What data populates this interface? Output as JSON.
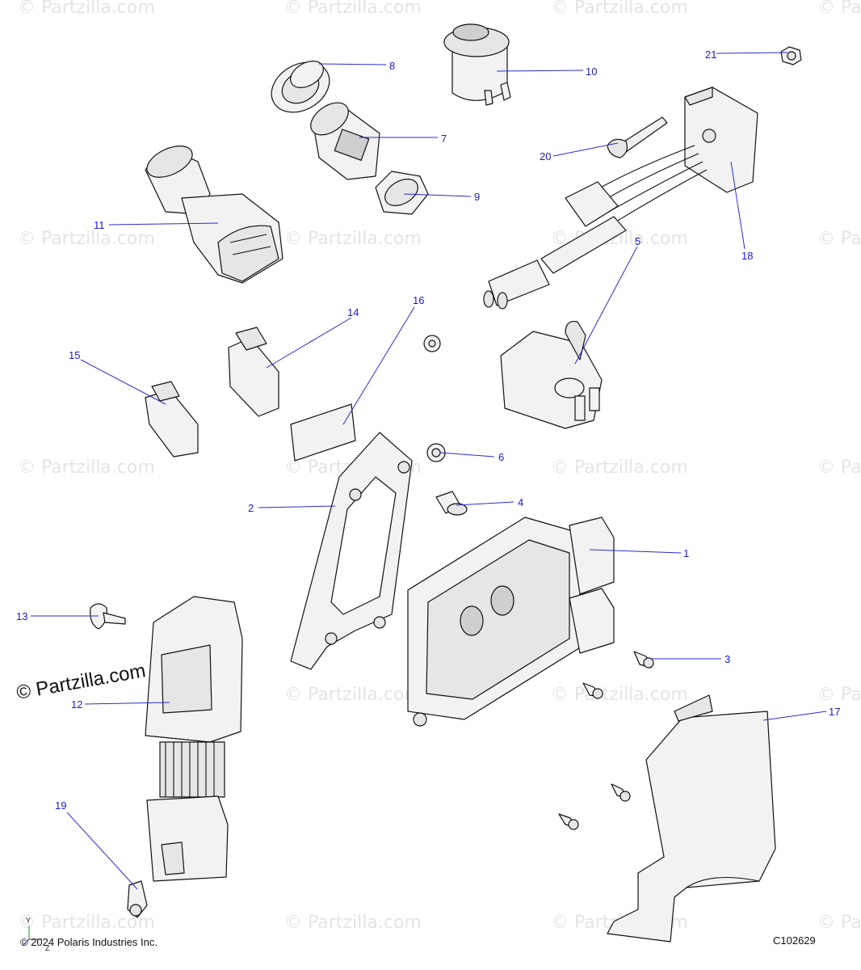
{
  "watermark_text": "© Partzilla.com",
  "brand_watermark": "© Partzilla.com",
  "copyright": "© 2024 Polaris Industries Inc.",
  "figure_code": "C102629",
  "axis_labels": {
    "y": "Y",
    "z": "Z"
  },
  "callouts": [
    "1",
    "2",
    "3",
    "4",
    "5",
    "6",
    "7",
    "8",
    "9",
    "10",
    "11",
    "12",
    "13",
    "14",
    "15",
    "16",
    "17",
    "18",
    "19",
    "20",
    "21"
  ],
  "colors": {
    "callout": "#1a1ad0",
    "watermark": "#e4e4e4",
    "line_art": "#111111"
  }
}
